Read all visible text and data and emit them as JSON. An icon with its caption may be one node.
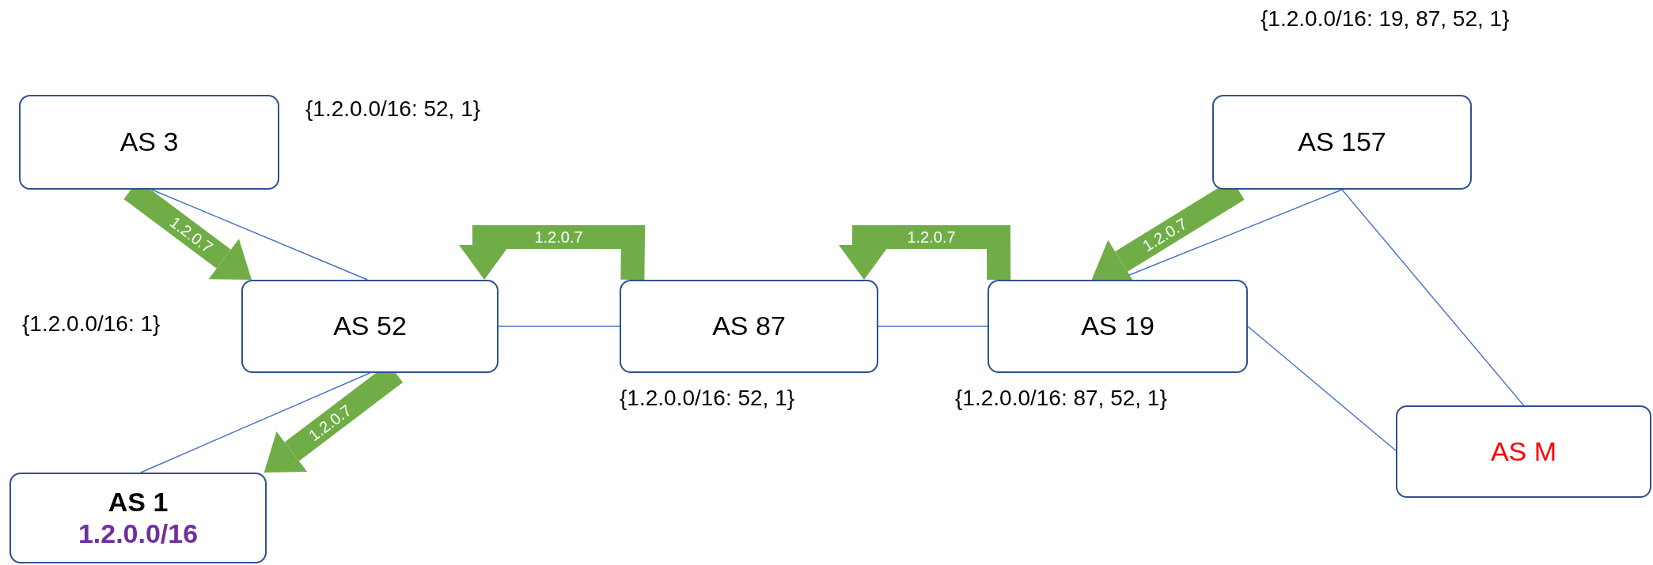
{
  "diagram": {
    "nodes": [
      {
        "text": [
          "AS 3"
        ],
        "beside": [
          "{1.2.0.0/16: 52, 1}"
        ]
      },
      {
        "text": [
          "AS 157"
        ],
        "beside": [
          "{1.2.0.0/16: 19, 87, 52, 1}"
        ]
      },
      {
        "text": [
          "AS 52"
        ],
        "beside": [
          "{1.2.0.0/16: 1}"
        ]
      },
      {
        "text": [
          "AS 87"
        ],
        "beside": [
          "{1.2.0.0/16: 52, 1}"
        ]
      },
      {
        "text": [
          "AS 19"
        ],
        "beside": [
          "{1.2.0.0/16: 87, 52, 1}"
        ]
      },
      {
        "text": [
          "AS M"
        ]
      },
      {
        "text": [
          "AS 1",
          "1.2.0.0/16"
        ]
      }
    ],
    "edges": [
      {
        "from": 0,
        "to": 2,
        "arrow": "none"
      },
      {
        "from": 2,
        "to": 3,
        "arrow": "none"
      },
      {
        "from": 3,
        "to": 4,
        "arrow": "none"
      },
      {
        "from": 4,
        "to": 1,
        "arrow": "none"
      },
      {
        "from": 1,
        "to": 5,
        "arrow": "none"
      },
      {
        "from": 4,
        "to": 5,
        "arrow": "none"
      },
      {
        "from": 2,
        "to": 6,
        "arrow": "none"
      },
      {
        "from": 0,
        "to": 2,
        "arrow": "to",
        "label": "1.2.0.7",
        "style": "thick",
        "color": "#70ad47"
      },
      {
        "from": 3,
        "to": 2,
        "arrow": "to",
        "label": "1.2.0.7",
        "style": "thick",
        "color": "#70ad47"
      },
      {
        "from": 4,
        "to": 3,
        "arrow": "to",
        "label": "1.2.0.7",
        "style": "thick",
        "color": "#70ad47"
      },
      {
        "from": 1,
        "to": 4,
        "arrow": "to",
        "label": "1.2.0.7",
        "style": "thick",
        "color": "#70ad47"
      },
      {
        "from": 2,
        "to": 6,
        "arrow": "to",
        "label": "1.2.0.7",
        "style": "thick",
        "color": "#70ad47"
      }
    ]
  }
}
